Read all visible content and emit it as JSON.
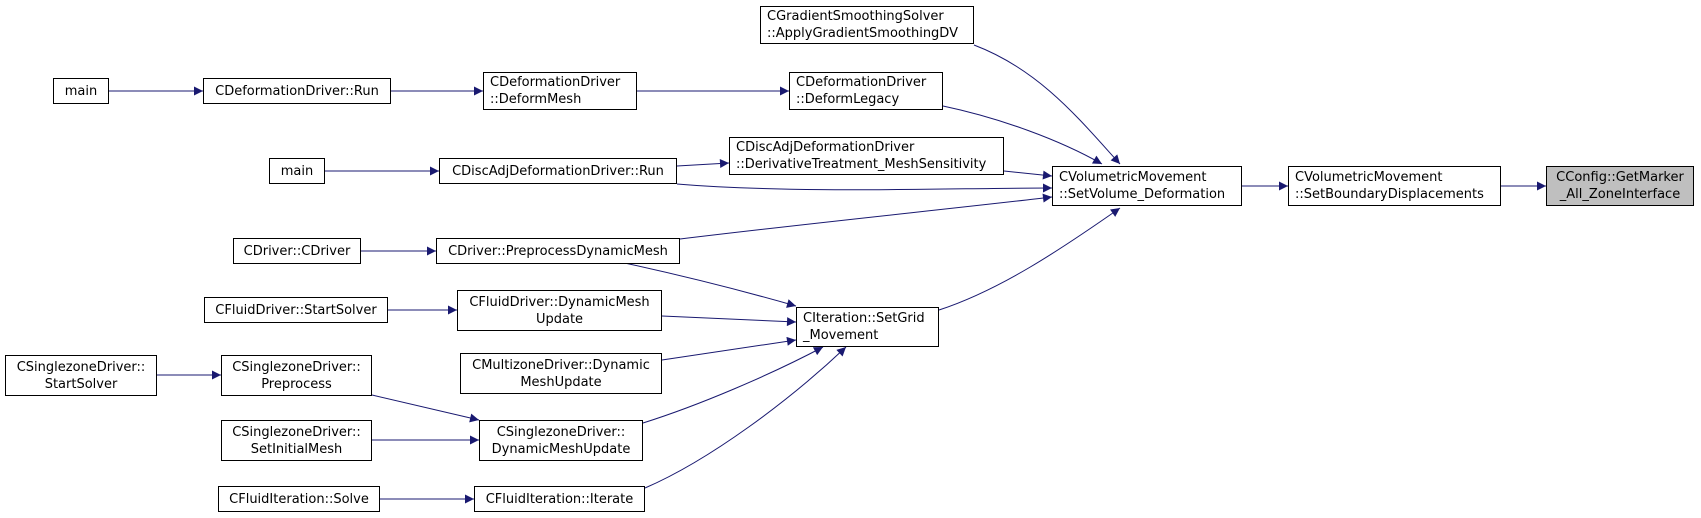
{
  "graph": {
    "edge_color": "#191970",
    "focus_fill": "#bfbfbf",
    "nodes": {
      "main1": [
        "main"
      ],
      "deform_run": [
        "CDeformationDriver::Run"
      ],
      "deform_mesh": [
        "CDeformationDriver",
        "::DeformMesh"
      ],
      "deform_legacy": [
        "CDeformationDriver",
        "::DeformLegacy"
      ],
      "gradient": [
        "CGradientSmoothingSolver",
        "::ApplyGradientSmoothingDV"
      ],
      "main2": [
        "main"
      ],
      "discadj_run": [
        "CDiscAdjDeformationDriver::Run"
      ],
      "discadj_deriv": [
        "CDiscAdjDeformationDriver",
        "::DerivativeTreatment_MeshSensitivity"
      ],
      "cdriver": [
        "CDriver::CDriver"
      ],
      "preprocess_dyn": [
        "CDriver::PreprocessDynamicMesh"
      ],
      "fluid_start": [
        "CFluidDriver::StartSolver"
      ],
      "fluid_dyn": [
        "CFluidDriver::DynamicMesh",
        "Update"
      ],
      "multizone_dyn": [
        "CMultizoneDriver::Dynamic",
        "MeshUpdate"
      ],
      "single_start": [
        "CSinglezoneDriver::",
        "StartSolver"
      ],
      "single_pre": [
        "CSinglezoneDriver::",
        "Preprocess"
      ],
      "single_init": [
        "CSinglezoneDriver::",
        "SetInitialMesh"
      ],
      "single_dyn": [
        "CSinglezoneDriver::",
        "DynamicMeshUpdate"
      ],
      "fluid_solve": [
        "CFluidIteration::Solve"
      ],
      "fluid_iterate": [
        "CFluidIteration::Iterate"
      ],
      "iter_grid": [
        "CIteration::SetGrid",
        "_Movement"
      ],
      "vol_deform": [
        "CVolumetricMovement",
        "::SetVolume_Deformation"
      ],
      "vol_boundary": [
        "CVolumetricMovement",
        "::SetBoundaryDisplacements"
      ],
      "getmarker": [
        "CConfig::GetMarker",
        "_All_ZoneInterface"
      ]
    }
  }
}
